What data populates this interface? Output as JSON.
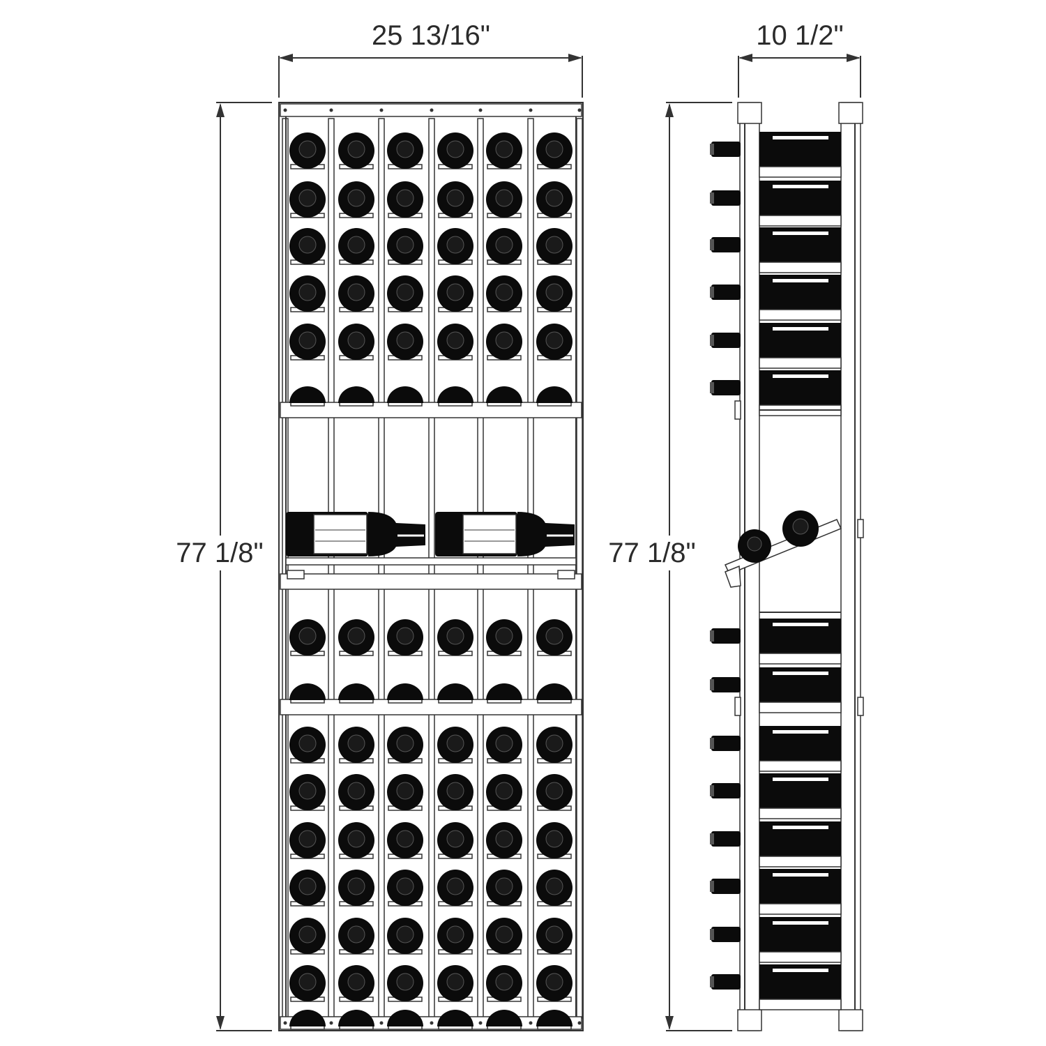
{
  "dimensions": {
    "front_width": "25 13/16\"",
    "side_depth": "10 1/2\"",
    "front_height": "77 1/8\"",
    "side_height": "77 1/8\""
  },
  "rack": {
    "columns": 6,
    "upper_section_rows": 6,
    "middle_section_rows": 2,
    "lower_section_rows": 6,
    "display_shelf_bottles": 2
  },
  "colors": {
    "line": "#333333",
    "bottle": "#0b0b0b",
    "background": "#ffffff"
  }
}
